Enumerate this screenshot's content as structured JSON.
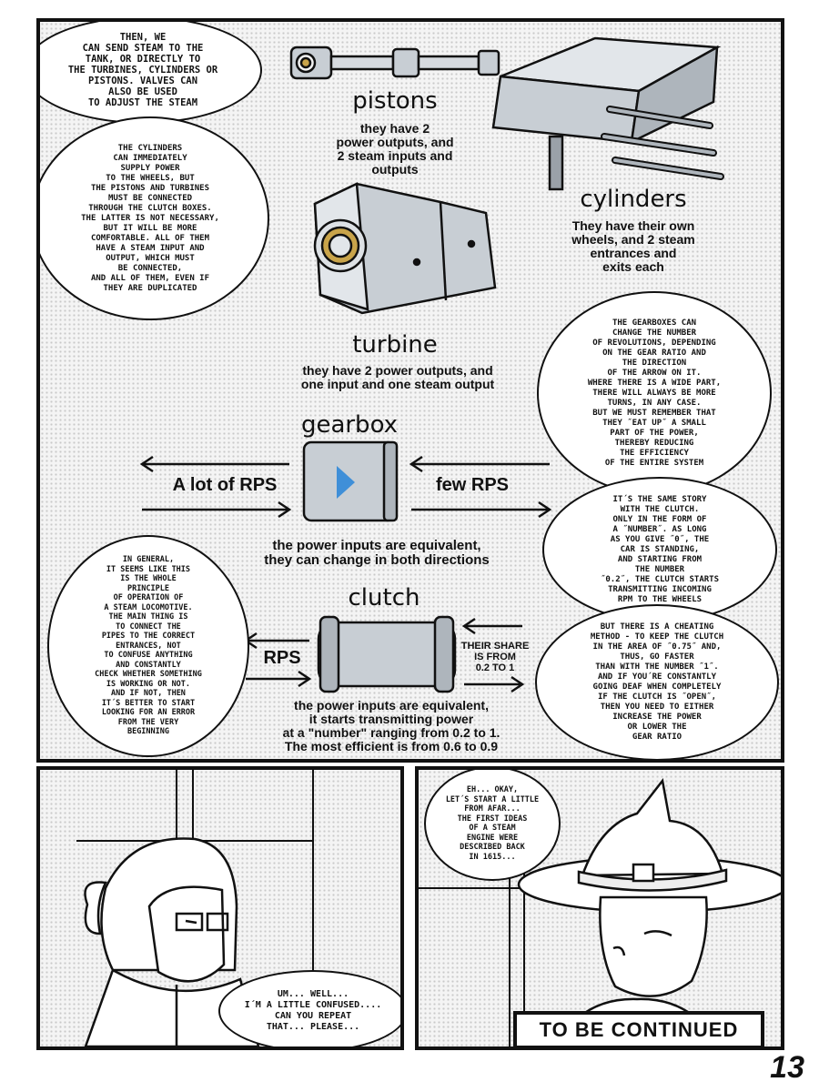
{
  "bubbles": {
    "steam_intro": "Then, we\ncan send steam to the\ntank, or directly to\nthe turbines, cylinders or\npistons. Valves can\nalso be used\nto adjust the steam",
    "cylinders_power": "The cylinders\ncan immediately\nsupply power\nto the wheels, but\nthe pistons and turbines\nmust be connected\nthrough the clutch boxes.\nThe latter is not necessary,\nbut it will be more\ncomfortable. All of them\nhave a steam input and\noutput, which must\nbe connected,\nand all of them, even if\nthey are duplicated",
    "gearbox_info": "The gearboxes can\nchange the number\nof revolutions, depending\non the gear ratio and\nthe direction\nof the arrow on it.\nWhere there is a wide part,\nthere will always be more\nturns, in any case.\nBut we must remember that\nthey ˝eat up˝ a small\npart of the power,\nthereby reducing\nthe efficiency\nof the entire system",
    "clutch_story": "It´s the same story\nwith the clutch.\nOnly in the form of\na ˝number˝. As long\nas you give ˝0˝, the\ncar is standing,\nand starting from\nthe number\n˝0.2˝, the clutch starts\ntransmitting incoming\nRPM to the wheels",
    "cheating": "But there is a cheating\nmethod - to keep the clutch\nin the area of ˝0.75˝ and,\nthus, go faster\nthan with the number ˝1˝.\nAnd if you´re constantly\ngoing deaf when completely\nif the clutch is ˝open˝,\nthen you need to either\nincrease the power\nor lower the\ngear ratio",
    "general": "In general,\nit seems like this\nis the whole\nprinciple\nof operation of\na steam locomotive.\nThe main thing is\nto connect the\npipes to the correct\nentrances, not\nto confuse anything\nand constantly\ncheck whether something\nis working or not.\nAnd if not, then\nit´s better to start\nlooking for an error\nfrom the very\nbeginning",
    "confused": "Um... Well...\nI´m a little confused....\nCan you repeat\nthat... please...",
    "afar": "Eh... Okay,\nlet´s start a little\nfrom afar...\nThe first ideas\nof a steam\nengine were\ndescribed back\nin 1615..."
  },
  "parts": {
    "pistons": {
      "title": "pistons",
      "desc": "they have 2\npower outputs, and\n2 steam inputs and\noutputs"
    },
    "cylinders": {
      "title": "cylinders",
      "desc": "They have their own\nwheels, and 2 steam\nentrances and\nexits each"
    },
    "turbine": {
      "title": "turbine",
      "desc": "they have 2 power outputs, and\none input and one steam output"
    },
    "gearbox": {
      "title": "gearbox",
      "left": "A lot of RPS",
      "right": "few RPS",
      "desc": "the power inputs are equivalent,\nthey can change in both directions"
    },
    "clutch": {
      "title": "clutch",
      "left": "RPS",
      "right": "THEIR SHARE\nIS FROM\n0.2 TO 1",
      "desc": "the power inputs are equivalent,\nit starts transmitting power\nat a \"number\" ranging from 0.2 to 1.\nThe most efficient is from 0.6 to 0.9"
    }
  },
  "footer": {
    "continued": "TO BE CONTINUED",
    "page_number": "13"
  },
  "colors": {
    "ink": "#111111",
    "part_fill": "#c8ced4",
    "part_light": "#e2e6ea",
    "arrow_blue": "#3f8fd8",
    "accent_gold": "#c9a44a"
  }
}
